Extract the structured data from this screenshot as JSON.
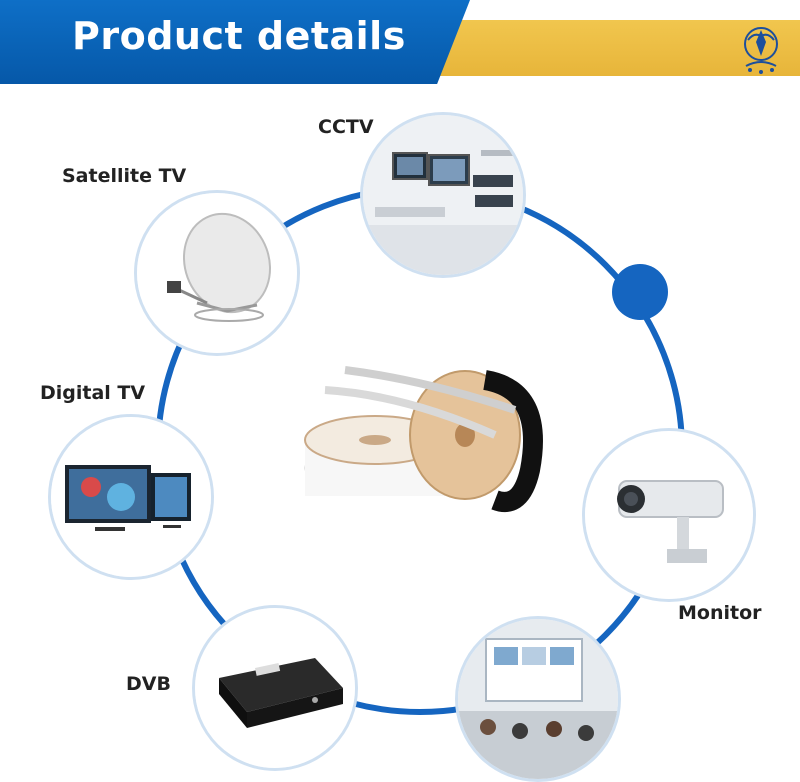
{
  "header": {
    "title": "Product details"
  },
  "labels": {
    "cctv": "CCTV",
    "satellite": "Satellite TV",
    "digital": "Digital TV",
    "dvb": "DVB",
    "monitor": "Monitor"
  },
  "colors": {
    "banner_blue": "#0a63b8",
    "banner_gold": "#ecbd45",
    "ring_blue": "#1565c0"
  },
  "icons": [
    "logo-icon",
    "satellite-dish-icon",
    "cctv-monitor-icon",
    "digital-tv-icon",
    "dvb-box-icon",
    "security-camera-icon",
    "presentation-room-icon",
    "cable-reels-icon"
  ]
}
